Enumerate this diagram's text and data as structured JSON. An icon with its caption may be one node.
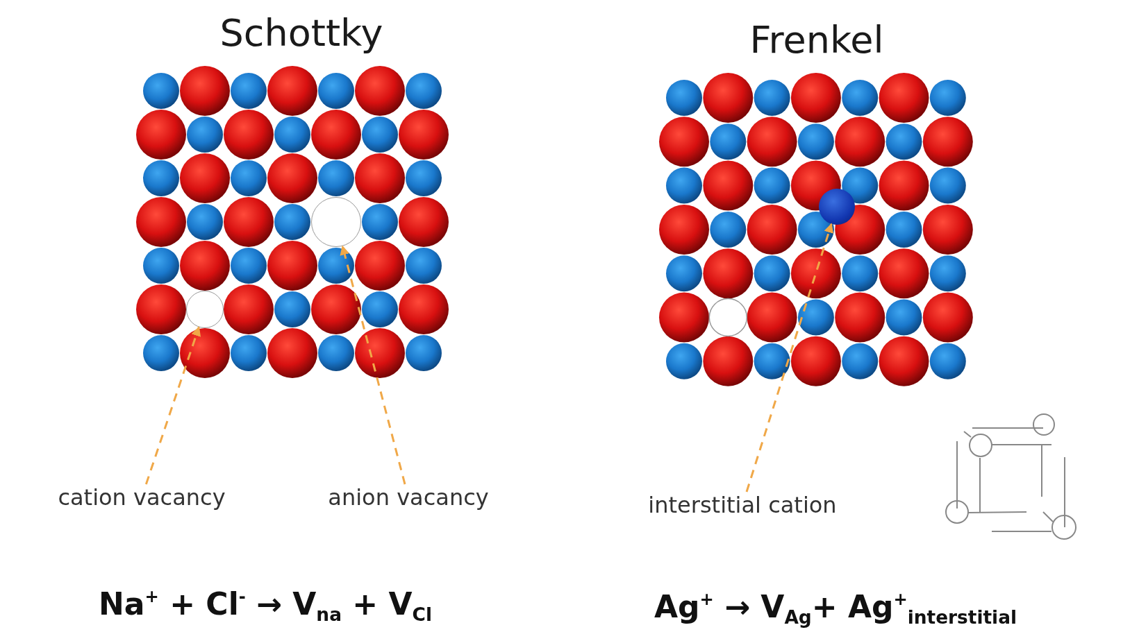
{
  "diagram": {
    "nodes": [
      {
        "text": [],
        "shape": "circle"
      },
      {
        "text": [],
        "shape": "circle"
      },
      {
        "text": [],
        "shape": "circle"
      },
      {
        "text": [
          "cation vacancy"
        ]
      },
      {
        "text": [
          "anion vacancy"
        ]
      },
      {
        "text": [
          "interstitial cation"
        ]
      }
    ],
    "edges": [
      {
        "from": 3,
        "to": 1,
        "arrow": "to",
        "style": "dashed"
      },
      {
        "from": 4,
        "to": 0,
        "arrow": "to",
        "style": "dashed"
      },
      {
        "from": 5,
        "to": 2,
        "arrow": "to",
        "style": "dashed"
      }
    ],
    "labels": [
      "Schottky",
      "Frenkel",
      "Na$^{+}$ + Cl$^{-}$ → V$_{na}$ + V$_{Cl}$",
      "Ag$^{+}$ → V$_{Ag}$+ Ag$^{+}$$_{interstitial}$"
    ]
  }
}
